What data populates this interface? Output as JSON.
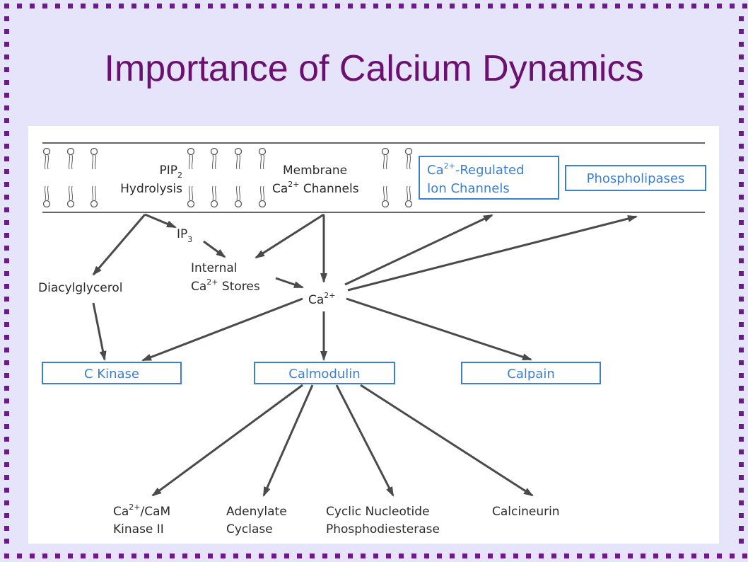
{
  "title": "Importance of Calcium Dynamics",
  "colors": {
    "background": "#e6e4fb",
    "title": "#6b0f70",
    "border_dots": "#6a1a8c",
    "box_blue": "#3b7fd0",
    "arrow": "#4a4a4a"
  },
  "membrane": {
    "pip2_hydrolysis": {
      "line1_main": "PIP",
      "line1_sub": "2",
      "line2": "Hydrolysis"
    },
    "membrane_channels": {
      "line1": "Membrane",
      "line2_pre": "Ca",
      "line2_sup": "2+",
      "line2_post": " Channels"
    }
  },
  "nodes": {
    "ip3": {
      "main": "IP",
      "sub": "3"
    },
    "internal_stores": {
      "line1": "Internal",
      "line2_pre": "Ca",
      "line2_sup": "2+",
      "line2_post": " Stores"
    },
    "diacylglycerol": "Diacylglycerol",
    "calcium": {
      "main": "Ca",
      "sup": "2+"
    },
    "camk2": {
      "line1_pre": "Ca",
      "line1_sup": "2+",
      "line1_post": "/CaM",
      "line2": "Kinase II"
    },
    "adenylate_cyclase": {
      "line1": "Adenylate",
      "line2": "Cyclase"
    },
    "pde": {
      "line1": "Cyclic Nucleotide",
      "line2": "Phosphodiesterase"
    },
    "calcineurin": "Calcineurin"
  },
  "boxes": {
    "ion_channels": {
      "line1_pre": "Ca",
      "line1_sup": "2+",
      "line1_post": "-Regulated",
      "line2": "Ion Channels"
    },
    "phospholipases": "Phospholipases",
    "c_kinase": "C Kinase",
    "calmodulin": "Calmodulin",
    "calpain": "Calpain"
  }
}
